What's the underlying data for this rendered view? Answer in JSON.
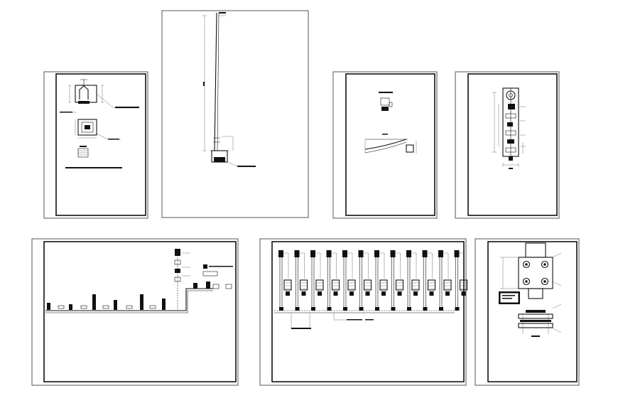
{
  "drawing_set": {
    "sheets": [
      {
        "id": "sheet-1",
        "kind": "foundation-detail"
      },
      {
        "id": "sheet-2",
        "kind": "pole-elevation"
      },
      {
        "id": "sheet-3",
        "kind": "bracket-detail"
      },
      {
        "id": "sheet-4",
        "kind": "vertical-assembly"
      },
      {
        "id": "sheet-5",
        "kind": "horizontal-layout"
      },
      {
        "id": "sheet-6",
        "kind": "repeated-columns"
      },
      {
        "id": "sheet-7",
        "kind": "plate-detail"
      }
    ],
    "colors": {
      "line": "#111111",
      "frame": "#555555",
      "paper": "#ffffff"
    }
  }
}
